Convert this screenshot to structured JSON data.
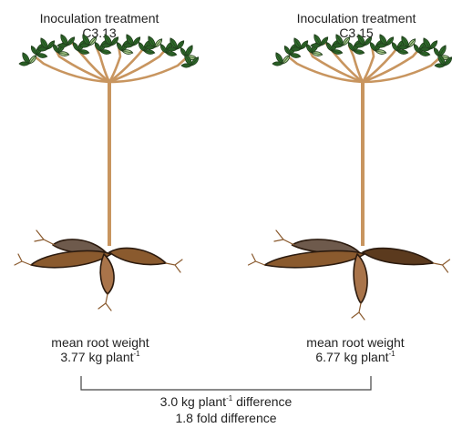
{
  "treatments": [
    {
      "heading": "Inoculation treatment",
      "code": "C3.13",
      "metric_label": "mean root weight",
      "metric_value": "3.77 kg plant",
      "metric_exp": "-1"
    },
    {
      "heading": "Inoculation treatment",
      "code": "C3.15",
      "metric_label": "mean root weight",
      "metric_value": "6.77 kg plant",
      "metric_exp": "-1"
    }
  ],
  "difference": {
    "abs_prefix": "3.0 kg plant",
    "abs_exp": "-1",
    "abs_suffix": " difference",
    "fold": "1.8 fold difference"
  },
  "colors": {
    "leaf": "#2e6b2a",
    "leaf_light": "#a7c98a",
    "stem": "#c8955f",
    "root_dark": "#5b3a1e",
    "root_mid": "#8a5a2e",
    "root_light": "#a9744a",
    "root_grey": "#6e5a4c"
  }
}
